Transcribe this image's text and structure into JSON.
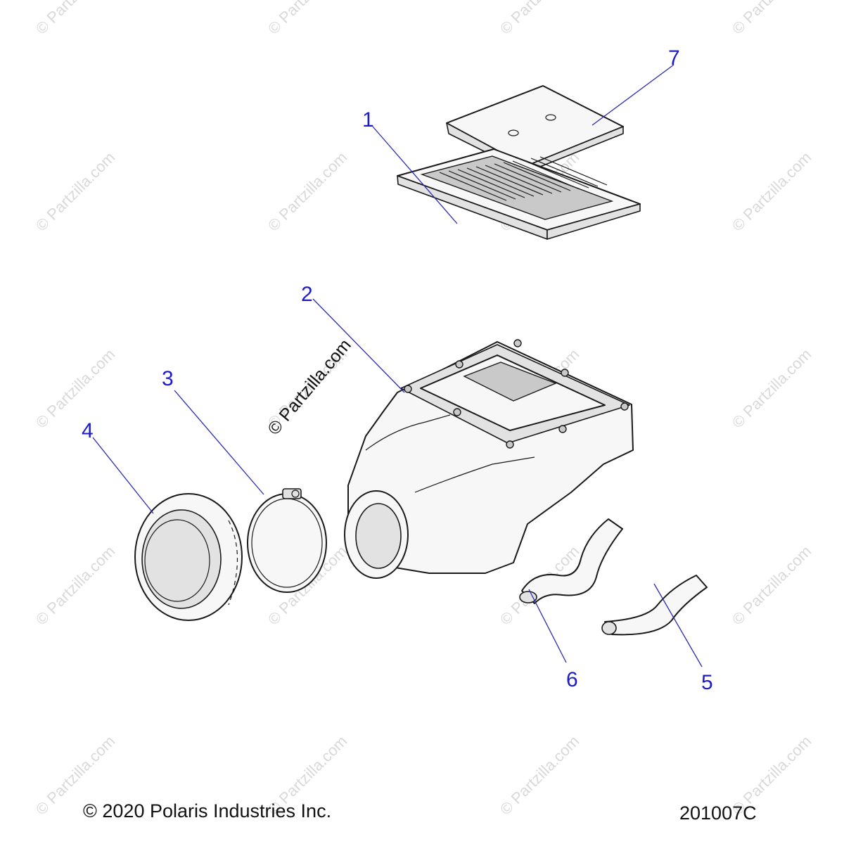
{
  "watermark": {
    "text": "© Partzilla.com",
    "center_text": "© Partzilla.com"
  },
  "callouts": [
    {
      "num": "1",
      "part": "air-filter"
    },
    {
      "num": "2",
      "part": "airbox-housing"
    },
    {
      "num": "3",
      "part": "hose-clamp"
    },
    {
      "num": "4",
      "part": "intake-coupler"
    },
    {
      "num": "5",
      "part": "drain-hose-straight"
    },
    {
      "num": "6",
      "part": "drain-hose-curved"
    },
    {
      "num": "7",
      "part": "filter-cover-plate"
    }
  ],
  "footer": {
    "copyright": "© 2020 Polaris Industries Inc.",
    "diagram_id": "201007C"
  },
  "colors": {
    "callout": "#1c1cc8",
    "leader": "#2b2bb0",
    "watermark": "#d9d9d9",
    "outline": "#1a1a1a"
  }
}
